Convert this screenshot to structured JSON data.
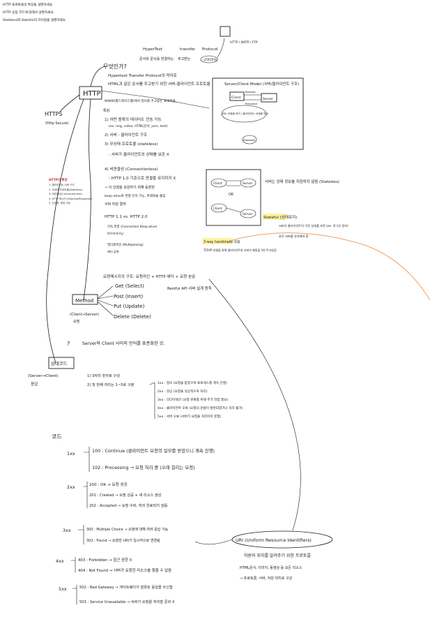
{
  "top_notes": [
    "HTTP 프로토콜의 특징을 설명하세요.",
    "HTTP 응답 코드에 대해서 설명하세요.",
    "Stateless와 Stateful의 차이점을 설명하세요."
  ],
  "feature_box": {
    "title": "HTTP의 특징",
    "items": [
      "1. 클라이언트-서버 구조",
      "2. 무상태 프로토콜(Stateless)",
      "3. 비연결성(Connectionless)",
      "4. HTTP 메시지 (Request/Response)",
      "5. 단순함, 확장 가능"
    ]
  },
  "diagram": {
    "nodes": {
      "http": "HTTP",
      "https": "HTTPS",
      "https_sub": "(Http Secure)",
      "method": "Method",
      "method_sub": "(Client→Server)",
      "method_req": "요청",
      "status": "상태코드",
      "status_sub": "(Server→Client)",
      "status_sub2": "응답",
      "uri": "URI (Uniform Resource Identifiers)"
    },
    "what_is": {
      "question": "무엇인가?",
      "line1": "Hypertext Transfer Protocol의 약자로",
      "line2": "HTML과 같은 문서를 주고받기 위한 서버-클라이언트 프로토콜",
      "line3": "WWW(월드와이드웹)에서 정보를 주고받는 프로토콜",
      "feature_header": "특징",
      "hypertext": "HyperText",
      "hypertext_desc": "문서와 문서를 연결하는",
      "transfer": "transfer",
      "transfer_desc": "주고받는",
      "protocol": "Protocol",
      "protocol_desc": "규약(약속)",
      "protocol_list": "HTTP / SMTP / FTP"
    },
    "features": [
      "1) 어떤 종류의 데이터도 전송 가능",
      "(ex. img, video, HTML문서, json, text)",
      "2) 서버 - 클라이언트 구조",
      "3) 무상태 프로토콜 (stateless)",
      ": 서버가 클라이언트의 상태를 보존 X",
      "4) 비연결성 (Connectionless)",
      ": HTTP 1.0 기준으로 연결을 유지하지 X",
      "→ 이 단점을 보완하기 위해 등장한",
      "keep-alive로 연결 유지 가능, 트래픽을 줄임",
      "서버 자원 절약",
      "HTTP 1.1 vs. HTTP 2.0",
      "지속 연결 (Connection Keep-alive)",
      "파이프라이닝",
      "멀티플렉싱 (Multiplexing)",
      "헤더 압축"
    ],
    "server_client": {
      "title": "Server/Client Model (서버/클라이언트 구조)",
      "client": "Client",
      "server": "Server",
      "request": "Request",
      "response": "Response",
      "note": "서버: 요청을 처리 / 클라이언트: 요청을 보냄",
      "db": "Database"
    },
    "stateless_box": {
      "client": "Client",
      "server": "Server",
      "ok": "OK",
      "note": "서버는 상태 정보를 저장하지 않음 (Stateless)"
    },
    "stateful": {
      "label": "Stateful (상태유지)",
      "note1": "서버가 클라이언트의 이전 상태를 보존 (ex. 로그인 정보)",
      "note2": "같은 서버를 유지해야 함",
      "handshake": "3-way handshake 과정",
      "handshake_note": "TCP/IP 연결을 위해 클라이언트와 서버가 패킷을 3번 주고받음"
    },
    "methods": {
      "header": "요청메시지의 구조: 요청라인 + HTTP 헤더 + 요청 본문",
      "get": "Get (Select)",
      "post": "Post (Insert)",
      "put": "Put (Update)",
      "delete": "Delete (Delete)",
      "restful": "Restful API 서버 설계 원칙"
    },
    "status_intro": "Server와 Client 사이의 언어를 표준화한 것.",
    "status_points": [
      "1) 3자리 숫자로 구성",
      "2) 첫 번째 자리는 1~5로 구분"
    ],
    "status_classes": [
      "1xx : 정보 (요청을 받았으며 프로세스를 계속 진행)",
      "2xx : 성공 (요청을 성공적으로 처리)",
      "3xx : 리다이렉션 (요청 완료를 위해 추가 작업 필요)",
      "4xx : 클라이언트 오류 (요청의 문법이 잘못되었거나 처리 불가)",
      "5xx : 서버 오류 (서버가 요청을 처리하지 못함)"
    ],
    "codes_label": "코드",
    "groups": [
      {
        "label": "1xx",
        "codes": [
          "100 : Continue (클라이언트 요청의 일부를 받았으니 계속 진행)",
          "102 : Processing → 요청 처리 중 (오래 걸리는 요청)"
        ]
      },
      {
        "label": "2xx",
        "codes": [
          "200 : OK → 요청 성공",
          "201 : Created → 요청 성공 + 새 리소스 생성",
          "202 : Accepted → 요청 수락, 처리 완료되지 않음"
        ]
      },
      {
        "label": "3xx",
        "codes": [
          "300 : Multiple Choice → 요청에 대해 여러 응답 가능",
          "302 : Found → 요청한 URI가 일시적으로 변경됨"
        ]
      },
      {
        "label": "4xx",
        "codes": [
          "403 : Forbidden → 접근 권한 X",
          "404 : Not Found → 서버가 요청한 리소스를 찾을 수 없음"
        ]
      },
      {
        "label": "5xx",
        "codes": [
          "502 : Bad Gateway → 게이트웨이가 잘못된 응답을 수신함",
          "503 : Service Unavailable → 서버가 요청을 처리할 준비 X"
        ]
      }
    ],
    "uri_notes": [
      "자원의 위치를 알려주기 위한 프로토콜",
      "HTML문서, 이미지, 동영상 등 모든 리소스",
      "→ 프로토콜, 서버, 자원 위치로 구성"
    ]
  }
}
